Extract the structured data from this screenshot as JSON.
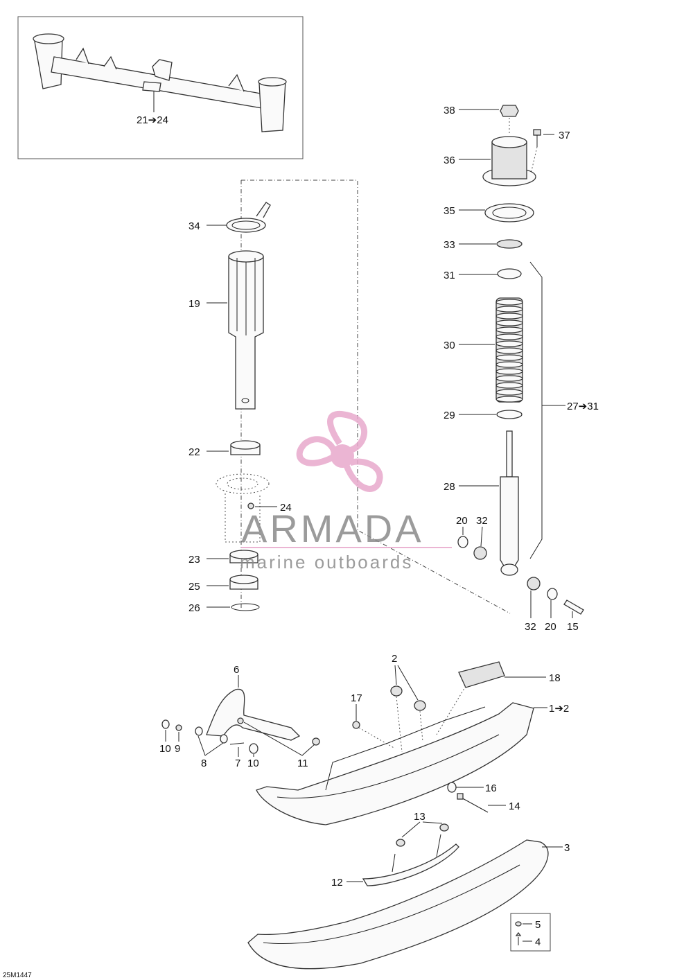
{
  "diagram_code": "25M1447",
  "watermark": {
    "brand": "ARMADA",
    "tagline": "marine outboards",
    "color": "#e8a9cc"
  },
  "callouts": {
    "inset_frame": "21➔24",
    "c38": "38",
    "c37": "37",
    "c36": "36",
    "c35": "35",
    "c33": "33",
    "c31": "31",
    "c30": "30",
    "c29": "29",
    "c28": "28",
    "c27_31": "27➔31",
    "c34": "34",
    "c19": "19",
    "c22": "22",
    "c24": "24",
    "c23": "23",
    "c25": "25",
    "c26": "26",
    "c20a": "20",
    "c32a": "32",
    "c32b": "32",
    "c20b": "20",
    "c15": "15",
    "c6": "6",
    "c2": "2",
    "c18": "18",
    "c1_2": "1➔2",
    "c17": "17",
    "c10a": "10",
    "c9": "9",
    "c8": "8",
    "c7": "7",
    "c10b": "10",
    "c11": "11",
    "c16": "16",
    "c14": "14",
    "c13": "13",
    "c3": "3",
    "c12": "12",
    "c5": "5",
    "c4": "4"
  }
}
